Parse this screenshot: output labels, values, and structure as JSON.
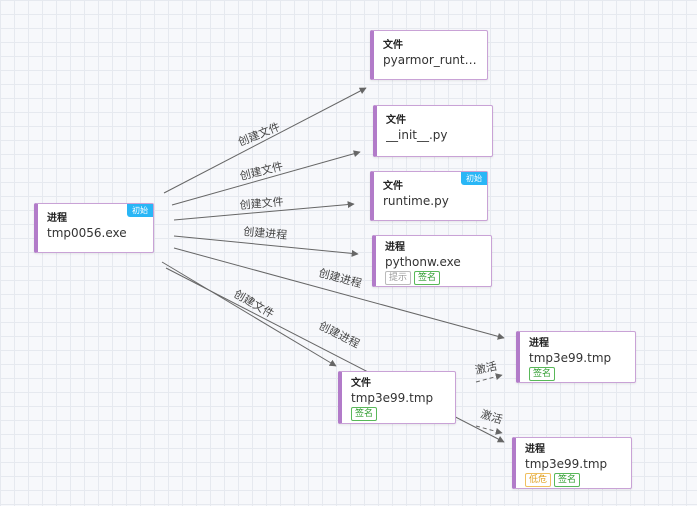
{
  "labels": {
    "create_file": "创建文件",
    "create_process": "创建进程",
    "activate": "激活"
  },
  "tags": {
    "initial": "初始",
    "hint": "提示",
    "signed": "签名",
    "low_risk": "低危"
  },
  "nodes": {
    "root": {
      "type": "进程",
      "name": "tmp0056.exe"
    },
    "file_pyarmor": {
      "type": "文件",
      "name": "pyarmor_runti..."
    },
    "file_init": {
      "type": "文件",
      "name": "__init__.py"
    },
    "file_runtime": {
      "type": "文件",
      "name": "runtime.py"
    },
    "proc_pythonw": {
      "type": "进程",
      "name": "pythonw.exe"
    },
    "proc_tmp3e99_a": {
      "type": "进程",
      "name": "tmp3e99.tmp"
    },
    "file_tmp3e99": {
      "type": "文件",
      "name": "tmp3e99.tmp"
    },
    "proc_tmp3e99_b": {
      "type": "进程",
      "name": "tmp3e99.tmp"
    }
  },
  "colors": {
    "accent": "#b27bc9",
    "initial_tag": "#29b6f6",
    "signed": "#2e9c2e",
    "low_risk": "#e0a020"
  }
}
